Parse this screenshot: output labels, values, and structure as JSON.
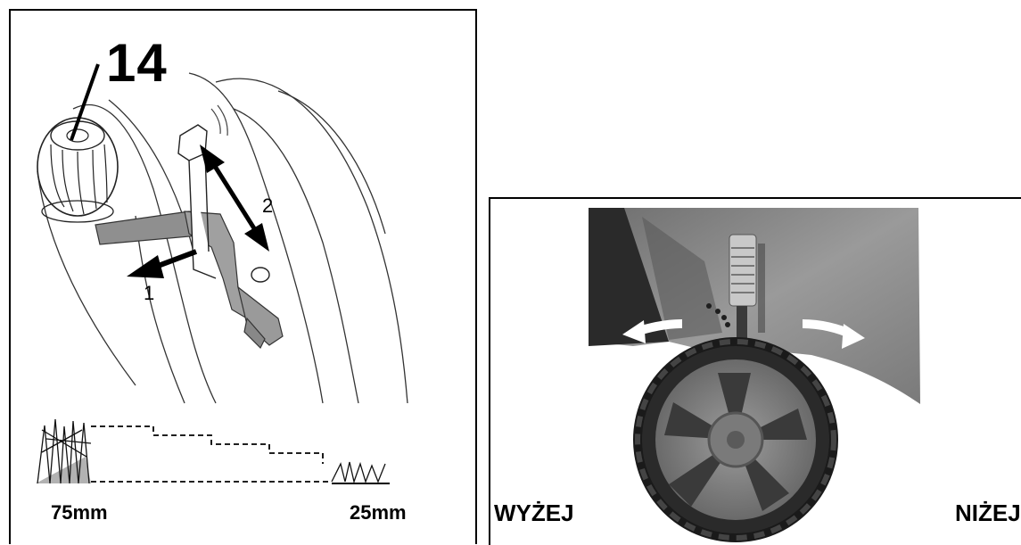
{
  "left_figure": {
    "step_number": "14",
    "arrow_label_1": "1",
    "arrow_label_2": "2",
    "height_max": "75mm",
    "height_min": "25mm"
  },
  "right_figure": {
    "label_higher": "WYŻEJ",
    "label_lower": "NIŻEJ"
  }
}
